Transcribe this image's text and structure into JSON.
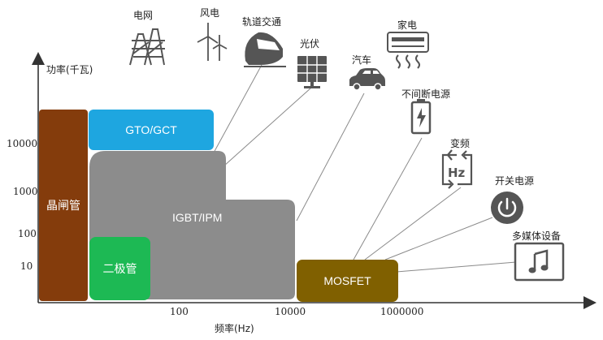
{
  "axes": {
    "y_title": "功率(千瓦)",
    "x_title": "频率(Hz)",
    "y_ticks": [
      "10000",
      "1000",
      "100",
      "10"
    ],
    "x_ticks": [
      "100",
      "10000",
      "1000000"
    ]
  },
  "devices": {
    "thyristor": "晶闸管",
    "gto": "GTO/GCT",
    "igbt": "IGBT/IPM",
    "diode": "二极管",
    "mosfet": "MOSFET"
  },
  "applications": {
    "grid": "电网",
    "wind": "风电",
    "rail": "轨道交通",
    "pv": "光伏",
    "car": "汽车",
    "appliance": "家电",
    "ups": "不间断电源",
    "inverter": "变频",
    "smps": "开关电源",
    "multimedia": "多媒体设备"
  },
  "icons": {
    "grid": "power-tower-icon",
    "wind": "wind-turbine-icon",
    "rail": "train-icon",
    "pv": "solar-panel-icon",
    "car": "car-icon",
    "appliance": "air-conditioner-icon",
    "ups": "battery-icon",
    "inverter": "frequency-converter-icon",
    "smps": "power-button-icon",
    "multimedia": "music-note-icon"
  },
  "colors": {
    "thyristor": "#843c0c",
    "gto": "#1ea6e0",
    "igbt": "#8c8c8c",
    "diode": "#1db954",
    "mosfet": "#806000",
    "axis": "#333333",
    "icon": "#555555"
  }
}
